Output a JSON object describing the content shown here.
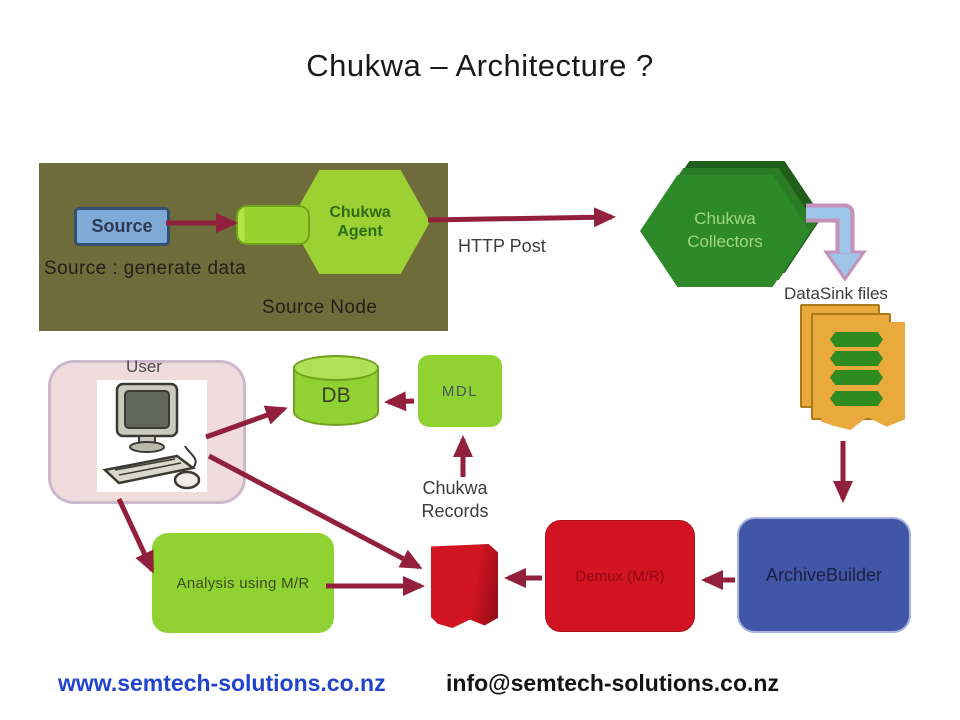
{
  "title": "Chukwa – Architecture ?",
  "source_node": {
    "source_label": "Source",
    "caption": "Source : generate data",
    "node_label": "Source Node",
    "agent_line1": "Chukwa",
    "agent_line2": "Agent"
  },
  "http_post_label": "HTTP Post",
  "collectors": {
    "line1": "Chukwa",
    "line2": "Collectors"
  },
  "datasink": {
    "label": "DataSink files"
  },
  "user": {
    "label": "User"
  },
  "db_label": "DB",
  "mdl_label": "MDL",
  "records": {
    "line1": "Chukwa",
    "line2": "Records"
  },
  "analysis_label": "Analysis using M/R",
  "demux_label": "Demux (M/R)",
  "archive_label": "ArchiveBuilder",
  "footer": {
    "website": "www.semtech-solutions.co.nz",
    "email": "info@semtech-solutions.co.nz"
  },
  "colors": {
    "arrow_maroon": "#92203C",
    "olive_box": "#6E6C3A",
    "bright_green": "#93CF2D",
    "collector_green": "#2E8A28",
    "source_blue": "#7FA9D6",
    "datasink_orange": "#E9A93C",
    "datasink_bar_green": "#2F8B1F",
    "red_box": "#D21323",
    "archive_blue": "#4156A6",
    "user_pink": "#F1DCDD",
    "elbow_fill_blue": "#9EC4E8",
    "elbow_stroke_pink": "#C492B8",
    "link_blue": "#2244CC"
  }
}
